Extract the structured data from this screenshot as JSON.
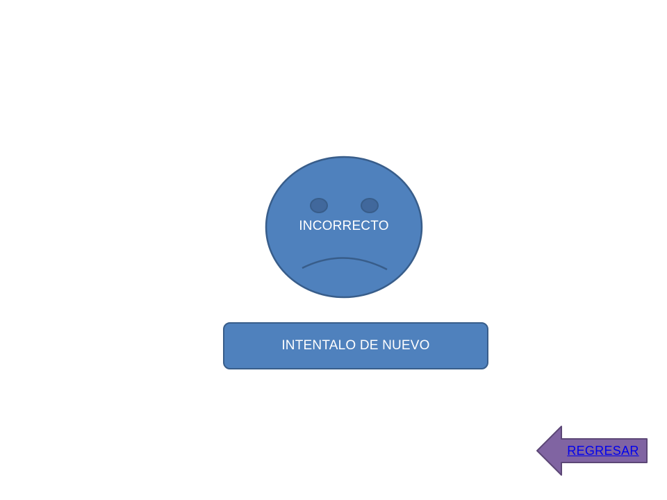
{
  "slide": {
    "face_label": "INCORRECTO",
    "retry_button_label": "INTENTALO DE NUEVO",
    "back_link_label": "REGRESAR"
  },
  "colors": {
    "face_fill": "#4f81bd",
    "face_stroke": "#385d8a",
    "eye_fill": "#41689c",
    "arrow_fill": "#8064a2",
    "arrow_stroke": "#5c4776",
    "link_color": "#0000ee"
  }
}
